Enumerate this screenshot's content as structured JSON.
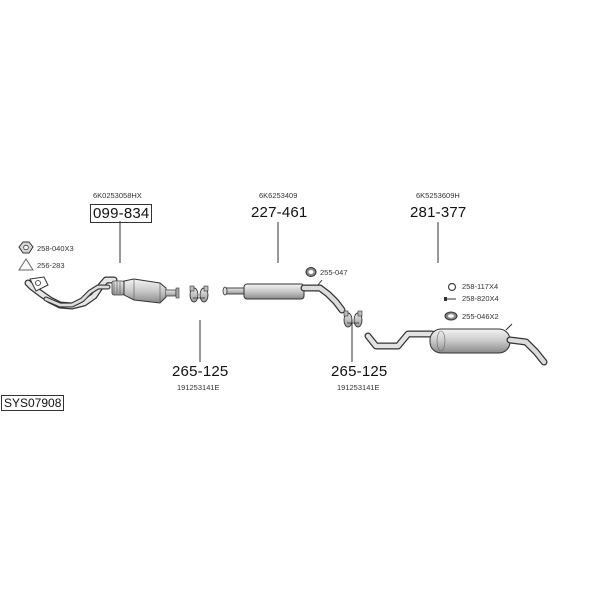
{
  "system_id": "SYS07908",
  "parts": {
    "front_pipe": {
      "oe": "6K0253058HX",
      "number": "099-834"
    },
    "front_clamp": {
      "number": "265-125",
      "oe": "191253141E"
    },
    "middle_silencer": {
      "oe": "6K6253409",
      "number": "227-461"
    },
    "middle_clamp": {
      "number": "265-125",
      "oe": "191253141E"
    },
    "rear_silencer": {
      "oe": "6K5253609H",
      "number": "281-377"
    }
  },
  "accessories": {
    "nut": "258-040X3",
    "gasket": "256-283",
    "mid_ring": "255-047",
    "rear_ring": "258-117X4",
    "rear_bolt": "258-820X4",
    "rear_hanger": "255-046X2"
  }
}
